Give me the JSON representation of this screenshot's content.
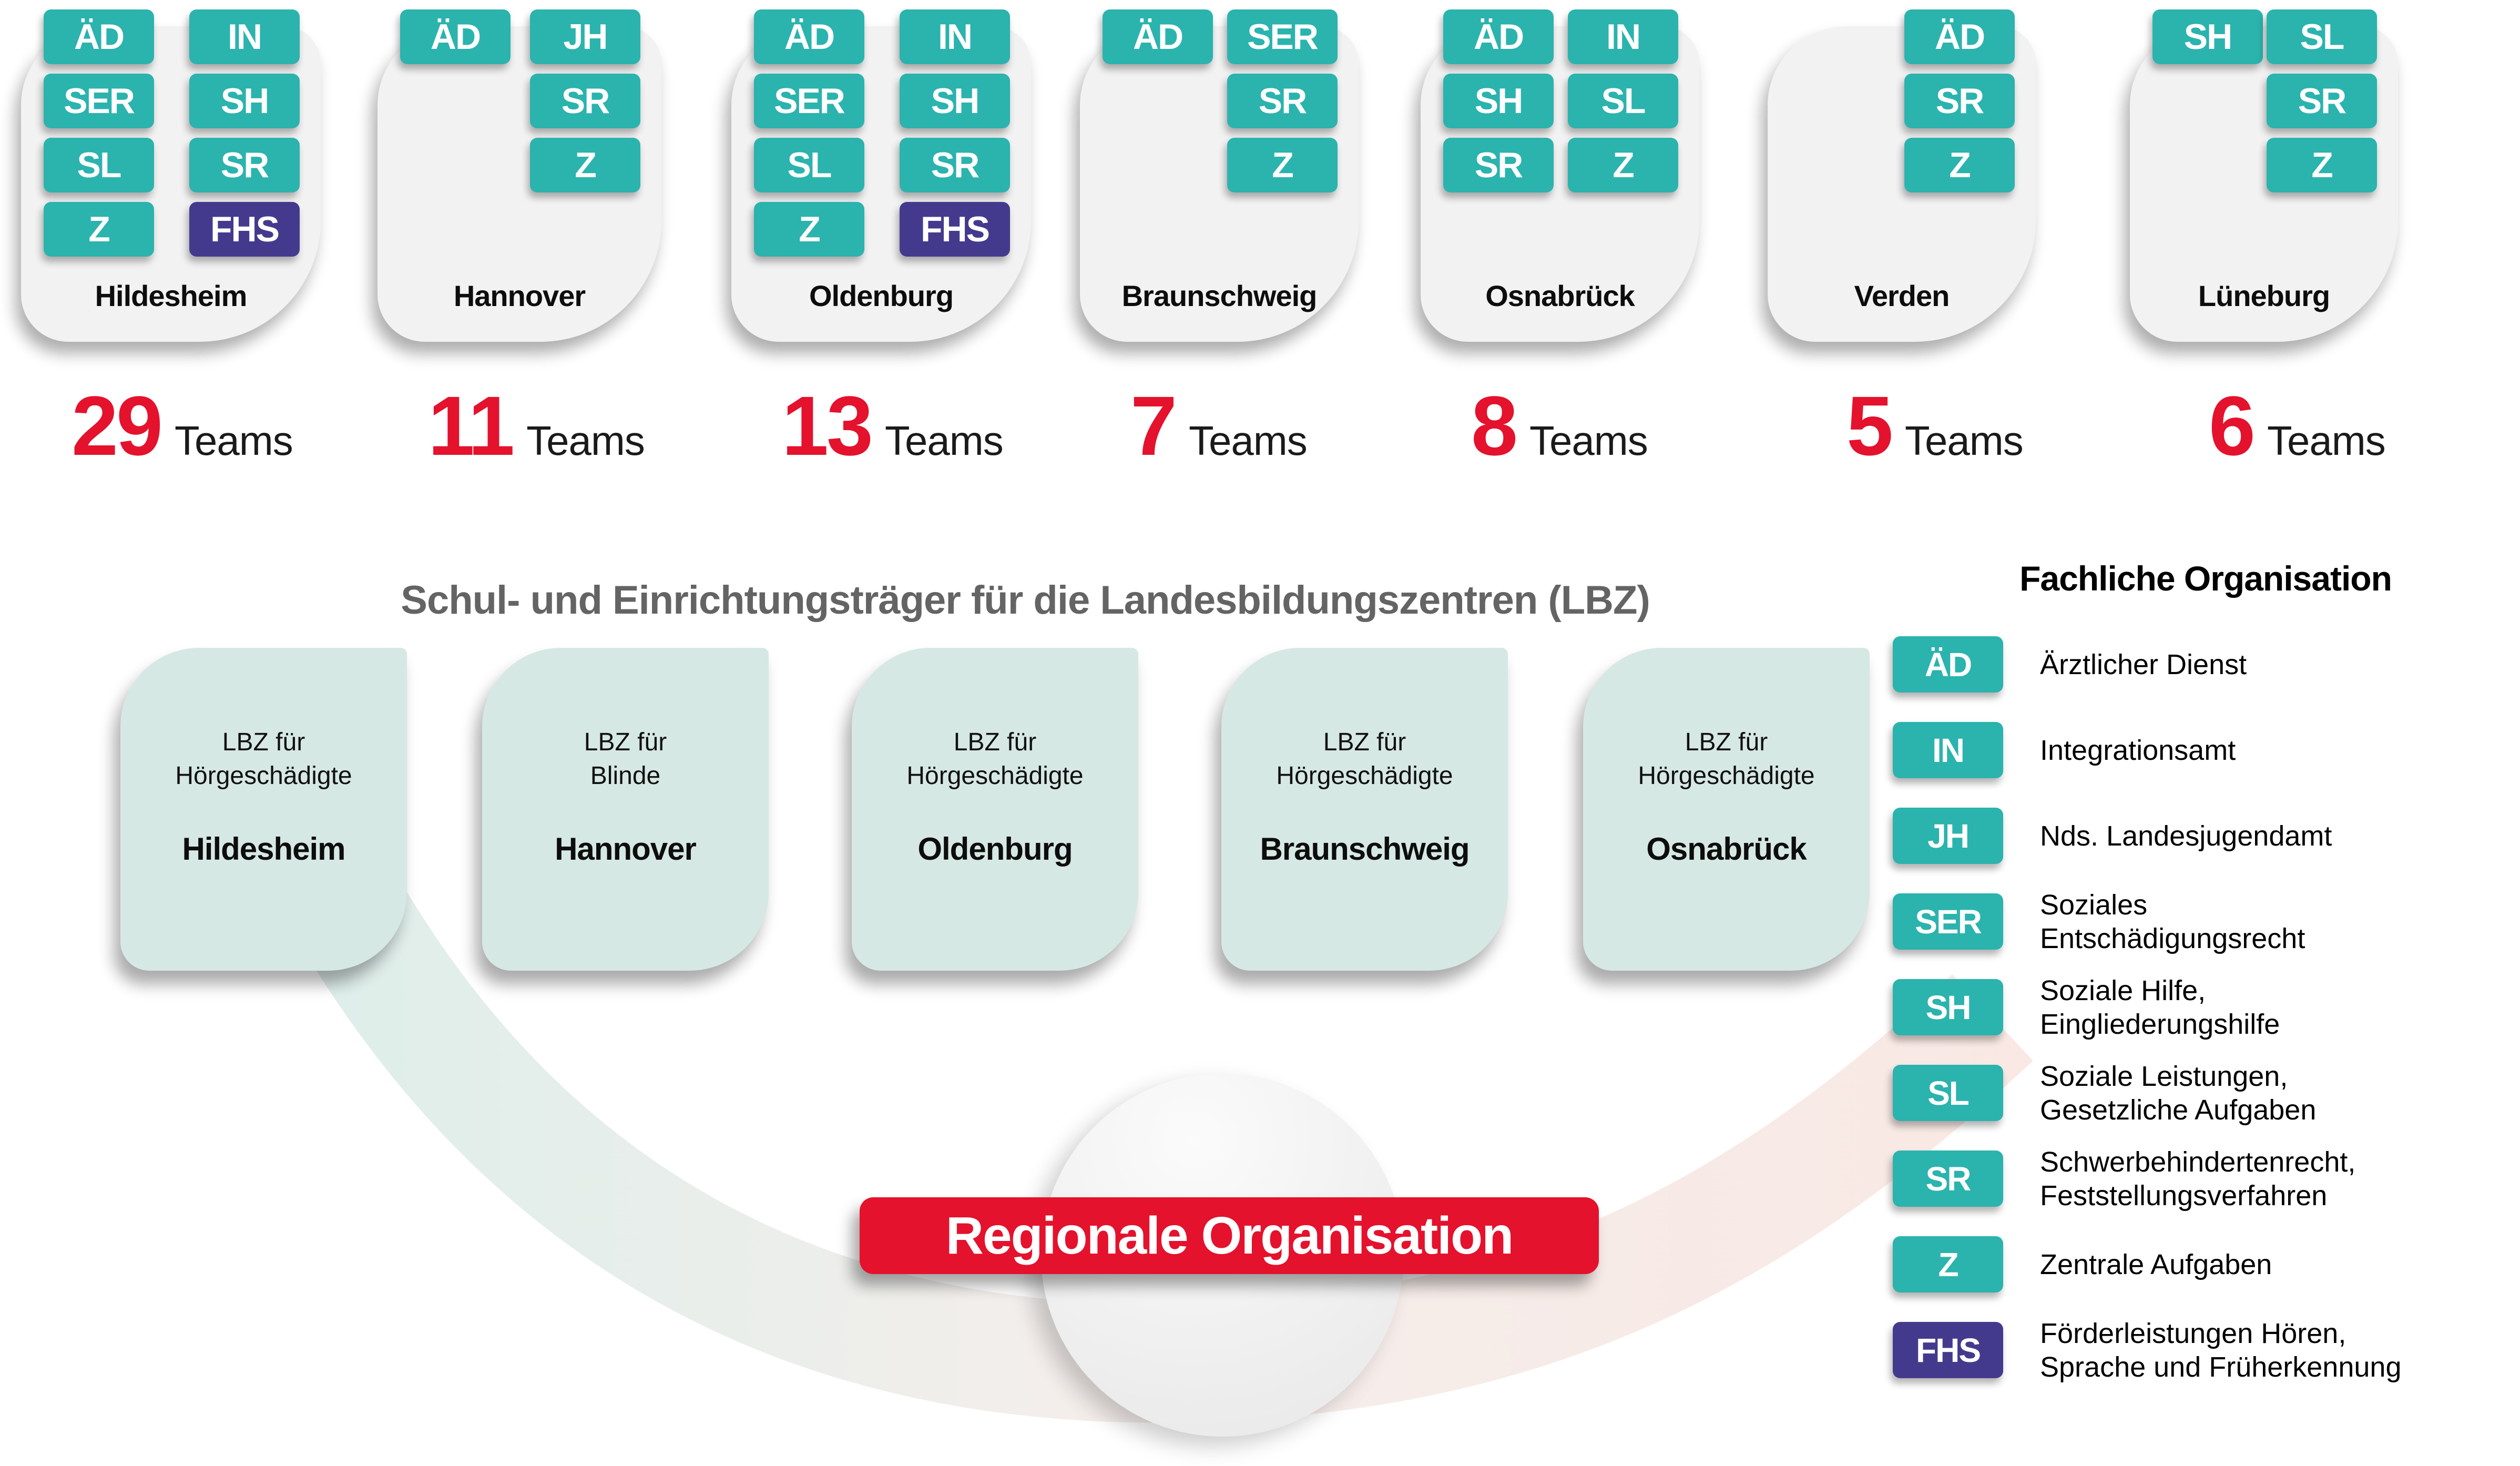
{
  "colors": {
    "teal": "#2BB3AE",
    "purple": "#443A8D",
    "red": "#E4122D",
    "card_gray": "#F2F2F2",
    "mint": "#D6E8E4",
    "title_gray": "#646464"
  },
  "teams_suffix": "Teams",
  "purple_codes": [
    "FHS"
  ],
  "regions": [
    {
      "name": "Hildesheim",
      "teams": "29",
      "badges_left": [
        "ÄD",
        "SER",
        "SL",
        "Z"
      ],
      "badges_right": [
        "IN",
        "SH",
        "SR",
        "FHS"
      ]
    },
    {
      "name": "Hannover",
      "teams": "11",
      "badges_left": [
        "ÄD"
      ],
      "badges_right": [
        "JH",
        "SR",
        "Z"
      ]
    },
    {
      "name": "Oldenburg",
      "teams": "13",
      "badges_left": [
        "ÄD",
        "SER",
        "SL",
        "Z"
      ],
      "badges_right": [
        "IN",
        "SH",
        "SR",
        "FHS"
      ]
    },
    {
      "name": "Braunschweig",
      "teams": "7",
      "badges_left": [
        "ÄD"
      ],
      "badges_right": [
        "SER",
        "SR",
        "Z"
      ]
    },
    {
      "name": "Osnabrück",
      "teams": "8",
      "badges_left": [
        "ÄD",
        "SH",
        "SR"
      ],
      "badges_right": [
        "IN",
        "SL",
        "Z"
      ]
    },
    {
      "name": "Verden",
      "teams": "5",
      "badges_left": [],
      "badges_right": [
        "ÄD",
        "SR",
        "Z"
      ]
    },
    {
      "name": "Lüneburg",
      "teams": "6",
      "badges_left": [
        "SH"
      ],
      "badges_right": [
        "SL",
        "SR",
        "Z"
      ]
    }
  ],
  "lbz_section": {
    "title": "Schul- und Einrichtungsträger für die Landesbildungszentren (LBZ)",
    "cards": [
      {
        "line1": "LBZ für",
        "line2": "Hörgeschädigte",
        "city": "Hildesheim"
      },
      {
        "line1": "LBZ für",
        "line2": "Blinde",
        "city": "Hannover"
      },
      {
        "line1": "LBZ für",
        "line2": "Hörgeschädigte",
        "city": "Oldenburg"
      },
      {
        "line1": "LBZ für",
        "line2": "Hörgeschädigte",
        "city": "Braunschweig"
      },
      {
        "line1": "LBZ für",
        "line2": "Hörgeschädigte",
        "city": "Osnabrück"
      }
    ]
  },
  "legend": {
    "title": "Fachliche Organisation",
    "items": [
      {
        "code": "ÄD",
        "label1": "Ärztlicher Dienst",
        "label2": ""
      },
      {
        "code": "IN",
        "label1": "Integrationsamt",
        "label2": ""
      },
      {
        "code": "JH",
        "label1": "Nds. Landesjugendamt",
        "label2": ""
      },
      {
        "code": "SER",
        "label1": "Soziales",
        "label2": "Entschädigungsrecht"
      },
      {
        "code": "SH",
        "label1": "Soziale Hilfe,",
        "label2": "Eingliederungshilfe"
      },
      {
        "code": "SL",
        "label1": "Soziale Leistungen,",
        "label2": "Gesetzliche Aufgaben"
      },
      {
        "code": "SR",
        "label1": "Schwerbehindertenrecht,",
        "label2": "Feststellungsverfahren"
      },
      {
        "code": "Z",
        "label1": "Zentrale Aufgaben",
        "label2": ""
      },
      {
        "code": "FHS",
        "label1": "Förderleistungen Hören,",
        "label2": "Sprache und Früherkennung"
      }
    ]
  },
  "banner": {
    "label": "Regionale Organisation"
  }
}
